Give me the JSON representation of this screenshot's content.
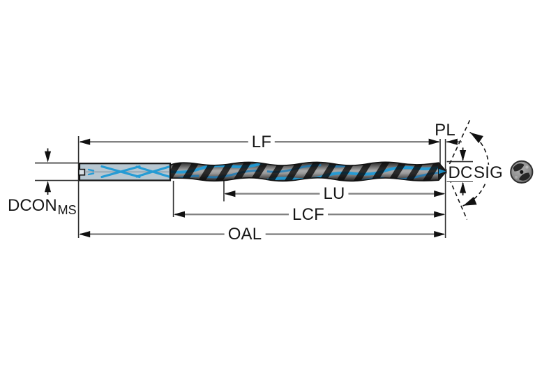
{
  "diagram": {
    "type": "cutting-tool-dimension-drawing",
    "subject": "solid carbide drill with coolant shank, side view and end view",
    "labels": {
      "lf": "LF",
      "pl": "PL",
      "dc": "DC",
      "sig": "SIG",
      "lu": "LU",
      "lcf": "LCF",
      "oal": "OAL",
      "dcon": "DCON",
      "dcon_sub": "MS"
    },
    "colors": {
      "background": "#ffffff",
      "dimension_line": "#828282",
      "ink": "#161616",
      "shank_fill": "#b7c7d1",
      "carbide_blue": "#1e9ad6",
      "flute_dark": "#141414"
    }
  }
}
